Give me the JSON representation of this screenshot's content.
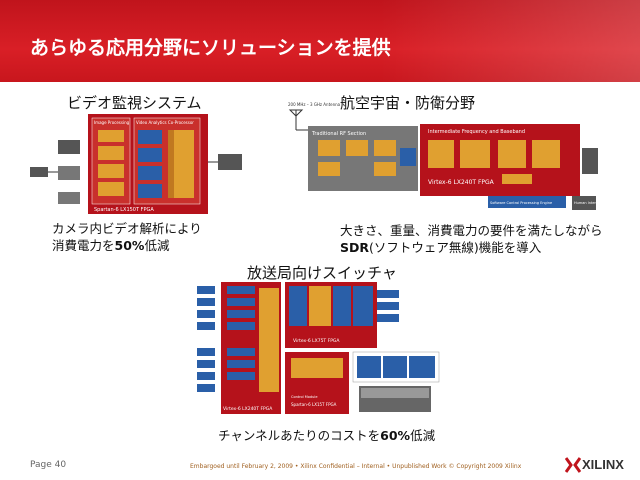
{
  "header": {
    "title": "あらゆる応用分野にソリューションを提供"
  },
  "sections": {
    "video": {
      "title": "ビデオ監視システム",
      "caption_line1": "カメラ内ビデオ解析により",
      "caption_line2_pre": "消費電力を",
      "caption_line2_bold": "50%",
      "caption_line2_post": "低減"
    },
    "aero": {
      "title": "航空宇宙・防衛分野",
      "caption_line1": "大きさ、重量、消費電力の要件を満たしながら",
      "caption_line2_bold": "SDR",
      "caption_line2_post": "(ソフトウェア無線)機能を導入"
    },
    "broadcast": {
      "title": "放送局向けスイッチャ",
      "caption_pre": "チャンネルあたりのコストを",
      "caption_bold": "60%",
      "caption_post": "低減"
    }
  },
  "diagram_labels": {
    "video_fpga": "Spartan-6 LX150T FPGA",
    "video_left_block": "Image Processing",
    "video_right_block": "Video Analytics Co-Processor",
    "aero_fpga": "Virtex-6 LX240T FPGA",
    "aero_rf": "Traditional RF Section",
    "aero_if": "Intermediate Frequency and Baseband",
    "aero_antenna": "200 MHz – 3 GHz Antenna",
    "aero_soft": "Software Control Processing Engine",
    "aero_human": "Human Interface",
    "bc_fpga1": "Virtex-6 LX240T FPGA",
    "bc_fpga2": "Virtex-6 LX75T FPGA",
    "bc_fpga3": "Spartan-6 LX15T FPGA",
    "bc_control": "Control Module"
  },
  "footer": {
    "page": "Page 40",
    "confidential": "Embargoed until February 2, 2009 • Xilinx Confidential – Internal • Unpublished Work © Copyright 2009 Xilinx",
    "logo": "XILINX"
  },
  "colors": {
    "brand_red": "#d91f26",
    "fpga_red": "#b5121b",
    "block_blue": "#2a5fa8",
    "block_orange": "#e0a030"
  }
}
